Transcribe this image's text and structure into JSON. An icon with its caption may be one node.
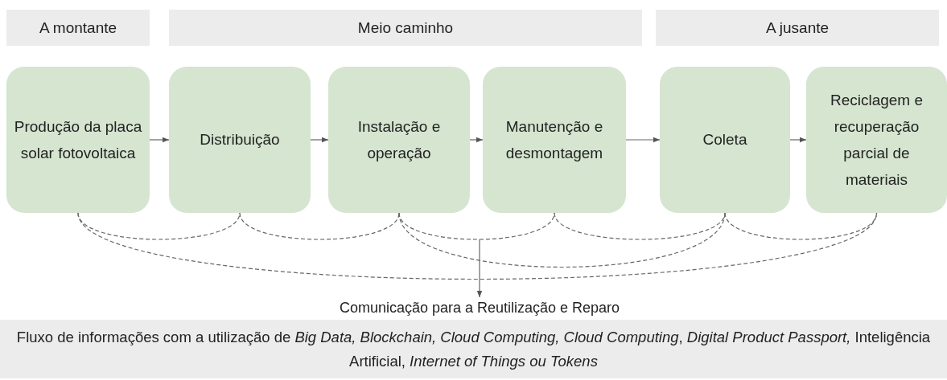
{
  "diagram": {
    "nodes": [
      {
        "text": [
          "A montante"
        ]
      },
      {
        "text": [
          "Meio caminho"
        ]
      },
      {
        "text": [
          "A jusante"
        ]
      },
      {
        "text": [
          "Produção da placa solar fotovoltaica"
        ]
      },
      {
        "text": [
          "Distribuição"
        ]
      },
      {
        "text": [
          "Instalação e operação"
        ]
      },
      {
        "text": [
          "Manutenção e desmontagem"
        ]
      },
      {
        "text": [
          "Coleta"
        ]
      },
      {
        "text": [
          "Reciclagem e recuperação parcial de materiais"
        ]
      },
      {
        "text": [
          "Comunicação para a Reutilização e Reparo"
        ]
      },
      {
        "text": [
          "Fluxo de informações com a utilização de *Big Data, Blockchain, Cloud Computing, Cloud Computing*, *Digital Product Passport,* Inteligência Artificial, *Internet of Things ou Tokens*"
        ]
      }
    ],
    "edges": [
      {
        "from": 3,
        "to": 4,
        "arrow": "to"
      },
      {
        "from": 4,
        "to": 5,
        "arrow": "to"
      },
      {
        "from": 5,
        "to": 6,
        "arrow": "to"
      },
      {
        "from": 6,
        "to": 7,
        "arrow": "to"
      },
      {
        "from": 7,
        "to": 8,
        "arrow": "to"
      },
      {
        "from": 3,
        "to": 4,
        "arrow": "none",
        "style": "dashed"
      },
      {
        "from": 4,
        "to": 5,
        "arrow": "none",
        "style": "dashed"
      },
      {
        "from": 5,
        "to": 6,
        "arrow": "none",
        "style": "dashed"
      },
      {
        "from": 6,
        "to": 7,
        "arrow": "none",
        "style": "dashed"
      },
      {
        "from": 7,
        "to": 8,
        "arrow": "none",
        "style": "dashed"
      },
      {
        "from": 5,
        "to": 7,
        "arrow": "none",
        "style": "dashed"
      },
      {
        "from": 3,
        "to": 8,
        "arrow": "none",
        "style": "dashed"
      },
      {
        "from": null,
        "to": 9,
        "arrow": "to"
      }
    ]
  }
}
